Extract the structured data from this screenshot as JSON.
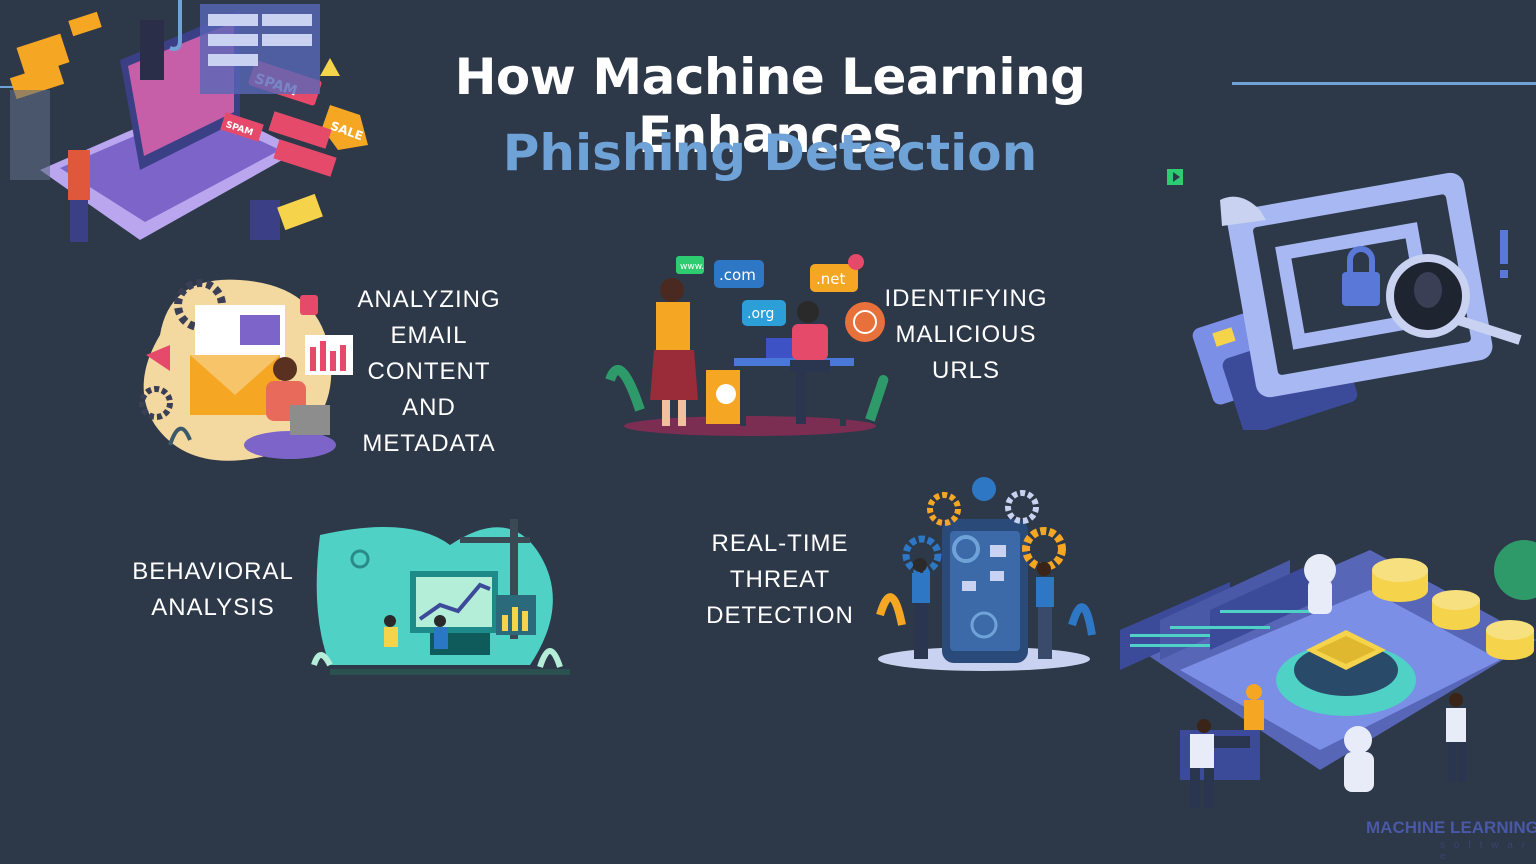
{
  "title": {
    "line1": "How Machine Learning Enhances",
    "line2": "Phishing Detection"
  },
  "features": [
    {
      "lines": [
        "ANALYZING",
        "EMAIL",
        "CONTENT",
        "AND",
        "METADATA"
      ]
    },
    {
      "lines": [
        "IDENTIFYING",
        "MALICIOUS",
        "URLS"
      ]
    },
    {
      "lines": [
        "BEHAVIORAL",
        "ANALYSIS"
      ]
    },
    {
      "lines": [
        "REAL-TIME",
        "THREAT",
        "DETECTION"
      ]
    }
  ],
  "illustration_text": {
    "spam1": "SPAM",
    "spam2": "SPAM",
    "sale": "SALE",
    "www": "www.",
    "com": ".com",
    "net": ".net",
    "org": ".org"
  },
  "brand": {
    "name": "MACHINE LEARNING",
    "sub": "s o f t w a r e"
  },
  "colors": {
    "background": "#2d3848",
    "title_white": "#ffffff",
    "title_blue": "#6fa3d8",
    "accent_rule": "#6fa3d8",
    "purple": "#8a6ae0",
    "teal": "#3fc7c2",
    "orange": "#f5a623",
    "navy": "#3c4a9a"
  },
  "icons": [
    "phishing-laptop-icon",
    "email-analysis-icon",
    "url-domains-icon",
    "credit-card-lock-icon",
    "behavior-chart-icon",
    "threat-phone-icon",
    "server-robot-icon"
  ]
}
